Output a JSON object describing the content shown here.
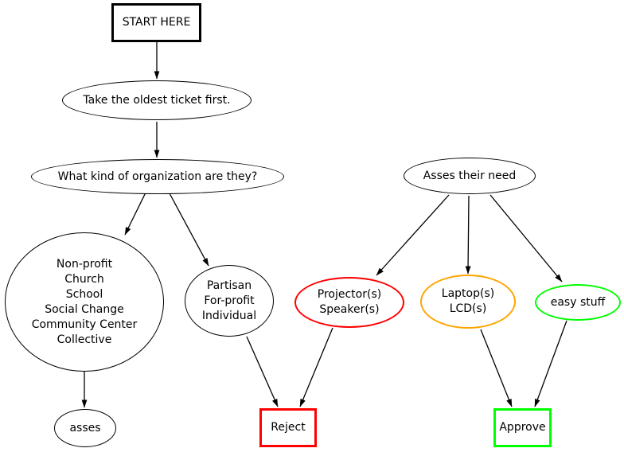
{
  "colors": {
    "black": "#000000",
    "red": "#ff0000",
    "orange": "#ffa500",
    "green": "#00ff00",
    "background": "#ffffff"
  },
  "flowchart": {
    "nodes": {
      "start": {
        "label": "START HERE",
        "shape": "box",
        "border": "#000000"
      },
      "take_oldest": {
        "label": "Take the oldest ticket first.",
        "shape": "ellipse",
        "border": "#000000"
      },
      "org_question": {
        "label": "What kind of organization are they?",
        "shape": "ellipse",
        "border": "#000000"
      },
      "org_types": {
        "lines": [
          "Non-profit",
          "Church",
          "School",
          "Social Change",
          "Community Center",
          "Collective"
        ],
        "shape": "circle",
        "border": "#000000"
      },
      "partisan": {
        "lines": [
          "Partisan",
          "For-profit",
          "Individual"
        ],
        "shape": "circle",
        "border": "#000000"
      },
      "asses": {
        "label": "asses",
        "shape": "ellipse",
        "border": "#000000"
      },
      "reject": {
        "label": "Reject",
        "shape": "box",
        "border": "#ff0000"
      },
      "assess_need": {
        "label": "Asses their need",
        "shape": "ellipse",
        "border": "#000000"
      },
      "projector_speaker": {
        "lines": [
          "Projector(s)",
          "Speaker(s)"
        ],
        "shape": "ellipse",
        "border": "#ff0000"
      },
      "laptop_lcd": {
        "lines": [
          "Laptop(s)",
          "LCD(s)"
        ],
        "shape": "ellipse",
        "border": "#ffa500"
      },
      "easy_stuff": {
        "label": "easy stuff",
        "shape": "ellipse",
        "border": "#00ff00"
      },
      "approve": {
        "label": "Approve",
        "shape": "box",
        "border": "#00ff00"
      }
    },
    "edges": [
      {
        "from": "start",
        "to": "take_oldest"
      },
      {
        "from": "take_oldest",
        "to": "org_question"
      },
      {
        "from": "org_question",
        "to": "org_types"
      },
      {
        "from": "org_question",
        "to": "partisan"
      },
      {
        "from": "org_types",
        "to": "asses"
      },
      {
        "from": "partisan",
        "to": "reject"
      },
      {
        "from": "projector_speaker",
        "to": "reject"
      },
      {
        "from": "assess_need",
        "to": "projector_speaker"
      },
      {
        "from": "assess_need",
        "to": "laptop_lcd"
      },
      {
        "from": "assess_need",
        "to": "easy_stuff"
      },
      {
        "from": "laptop_lcd",
        "to": "approve"
      },
      {
        "from": "easy_stuff",
        "to": "approve"
      }
    ]
  }
}
